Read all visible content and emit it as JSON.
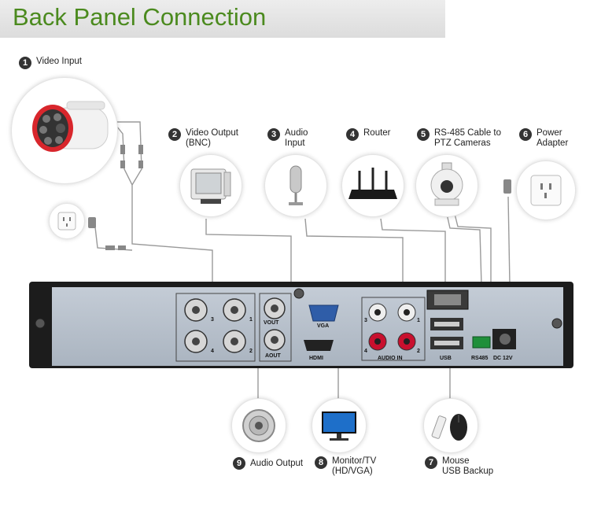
{
  "title": "Back Panel Connection",
  "labels": {
    "video_input": {
      "num": "1",
      "text": "Video Input"
    },
    "video_output": {
      "num": "2",
      "text": "Video Output\n(BNC)"
    },
    "audio_input": {
      "num": "3",
      "text": "Audio\nInput"
    },
    "router": {
      "num": "4",
      "text": "Router"
    },
    "rs485": {
      "num": "5",
      "text": "RS-485 Cable to\nPTZ Cameras"
    },
    "power": {
      "num": "6",
      "text": "Power\nAdapter"
    },
    "usb": {
      "num": "7",
      "text": "Mouse\nUSB Backup"
    },
    "monitor": {
      "num": "8",
      "text": "Monitor/TV\n(HD/VGA)"
    },
    "audio_output": {
      "num": "9",
      "text": "Audio Output"
    }
  },
  "panel": {
    "bnc_numbers": [
      "3",
      "1",
      "4",
      "2"
    ],
    "audio_in_numbers": [
      "3",
      "1",
      "4",
      "2"
    ],
    "vout": "VOUT",
    "aout": "AOUT",
    "vga": "VGA",
    "hdmi": "HDMI",
    "audio_in": "AUDIO IN",
    "usb": "USB",
    "rs485": "RS485",
    "dc": "DC 12V"
  },
  "colors": {
    "title_green": "#4b8a1e",
    "camera_red": "#d8262c",
    "vga_blue": "#2f5da8",
    "terminal_green": "#1f8f3a",
    "audio_red": "#c8102e"
  }
}
